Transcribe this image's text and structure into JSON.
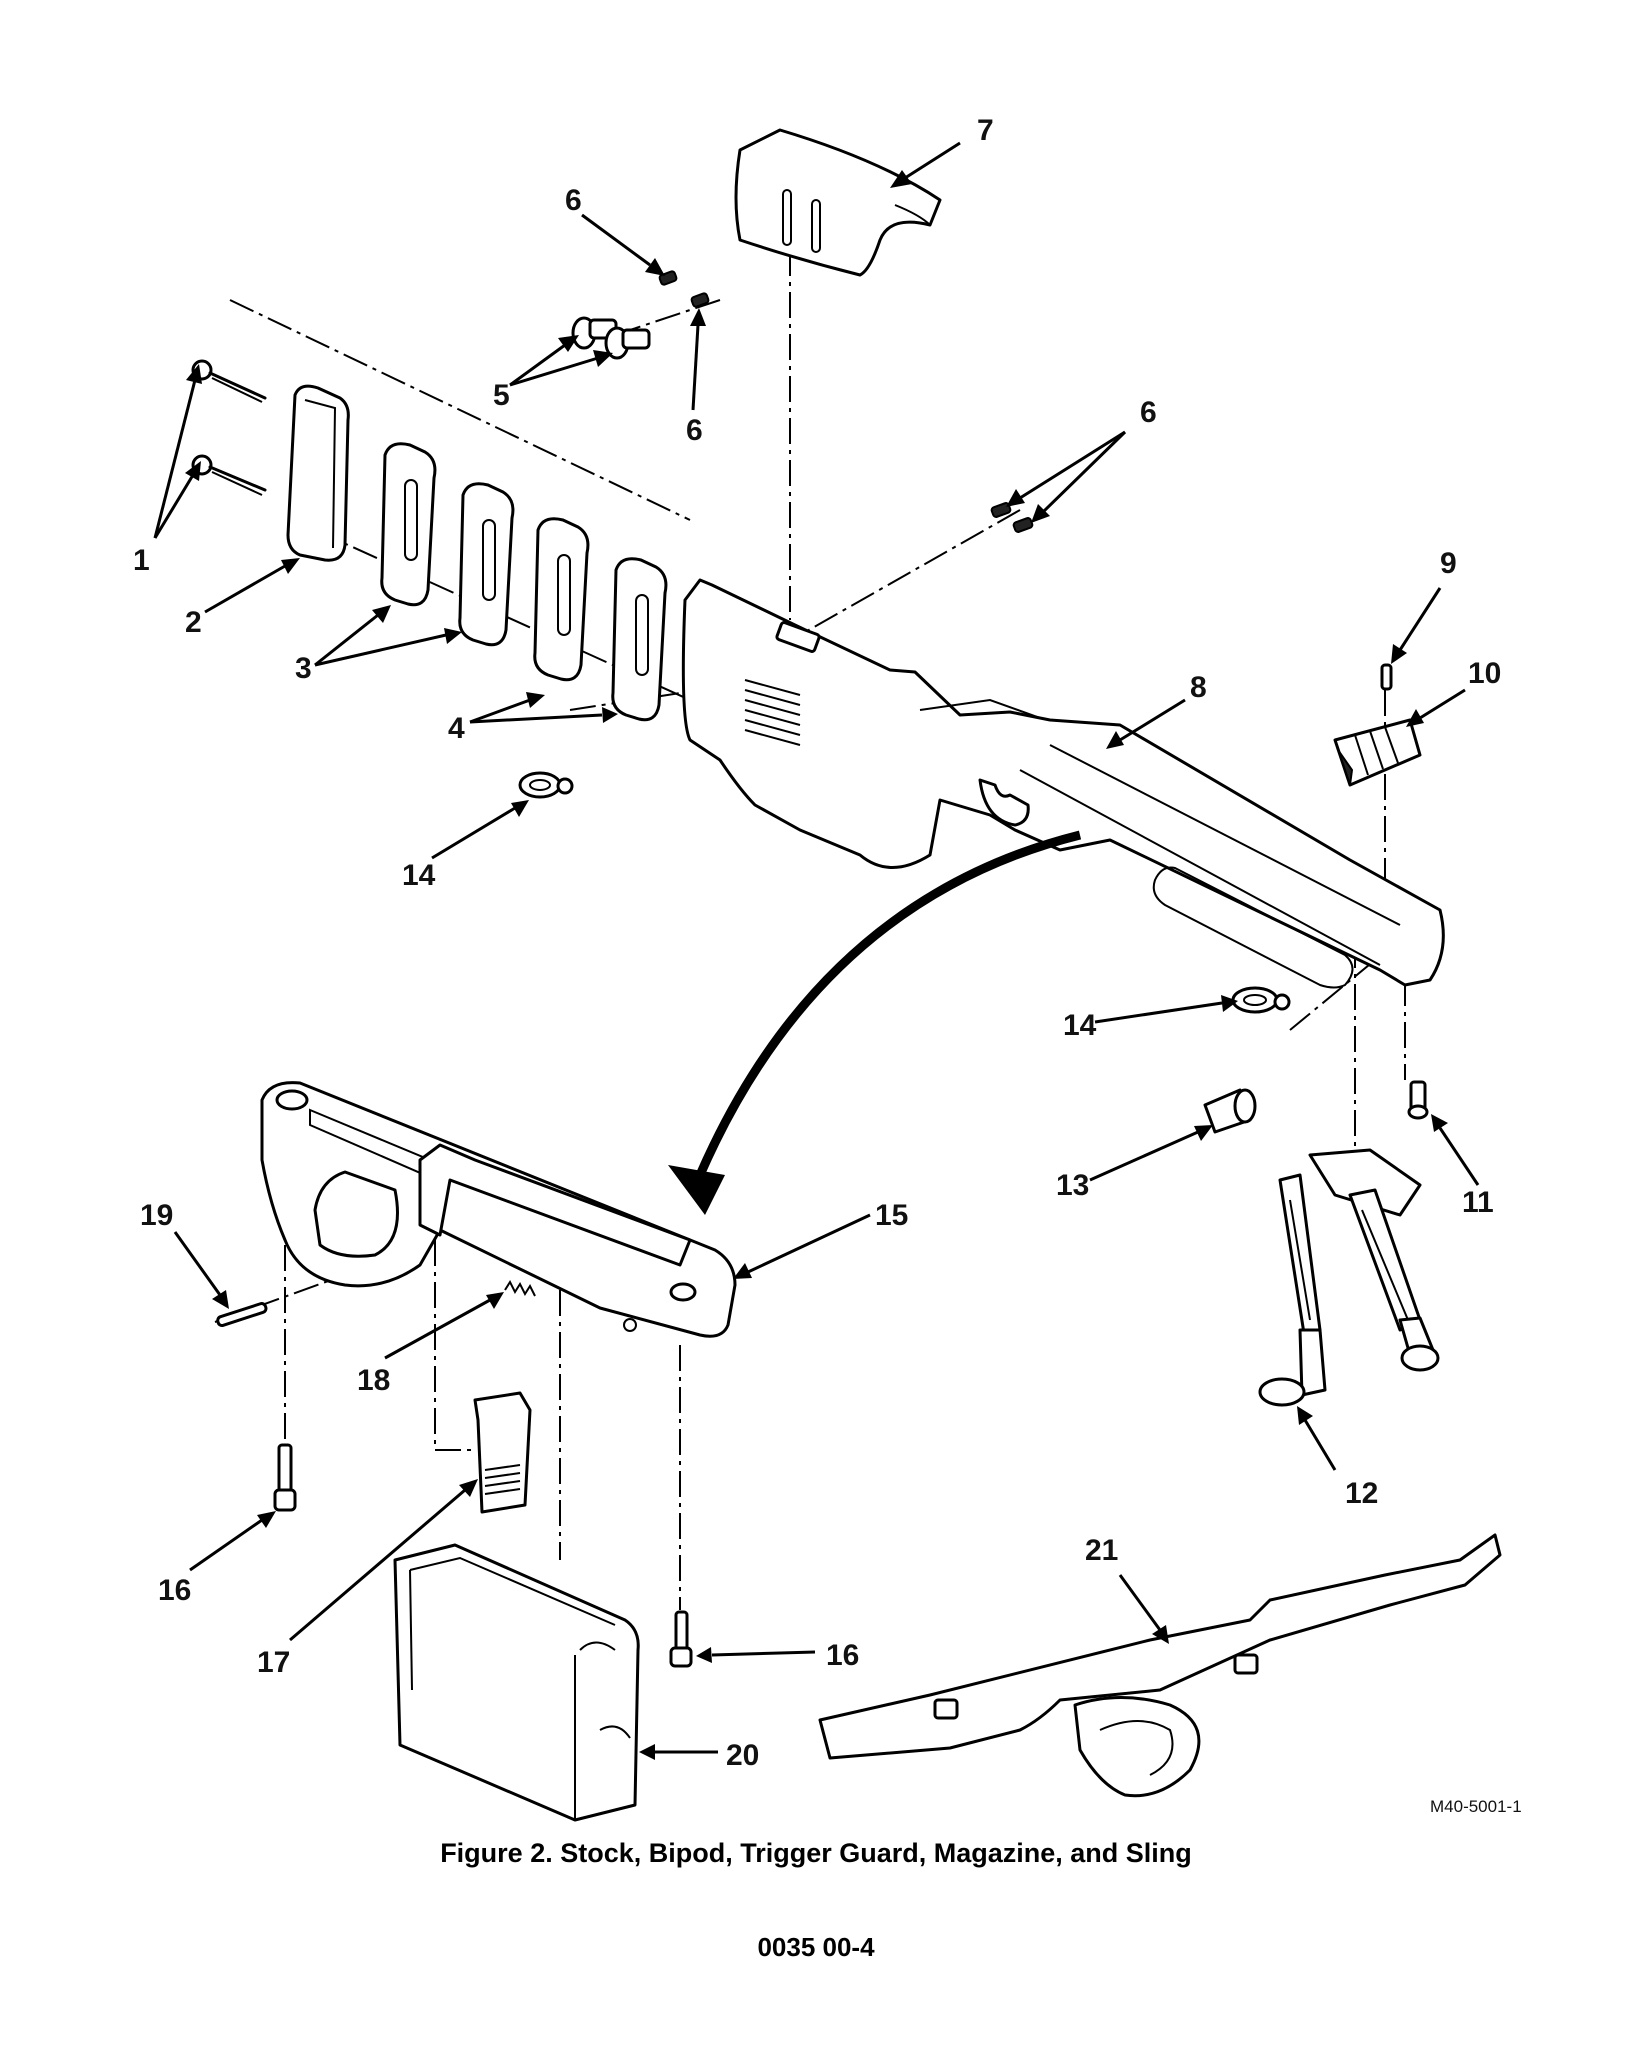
{
  "figure": {
    "callouts": {
      "c1": "1",
      "c2": "2",
      "c3": "3",
      "c4": "4",
      "c5": "5",
      "c6a": "6",
      "c6b": "6",
      "c6c": "6",
      "c7": "7",
      "c8": "8",
      "c9": "9",
      "c10": "10",
      "c11": "11",
      "c12": "12",
      "c13": "13",
      "c14a": "14",
      "c14b": "14",
      "c15": "15",
      "c16a": "16",
      "c16b": "16",
      "c17": "17",
      "c18": "18",
      "c19": "19",
      "c20": "20",
      "c21": "21"
    },
    "drawing_number": "M40-5001-1",
    "caption": "Figure 2.  Stock, Bipod, Trigger Guard, Magazine, and Sling",
    "page_number": "0035 00-4"
  }
}
